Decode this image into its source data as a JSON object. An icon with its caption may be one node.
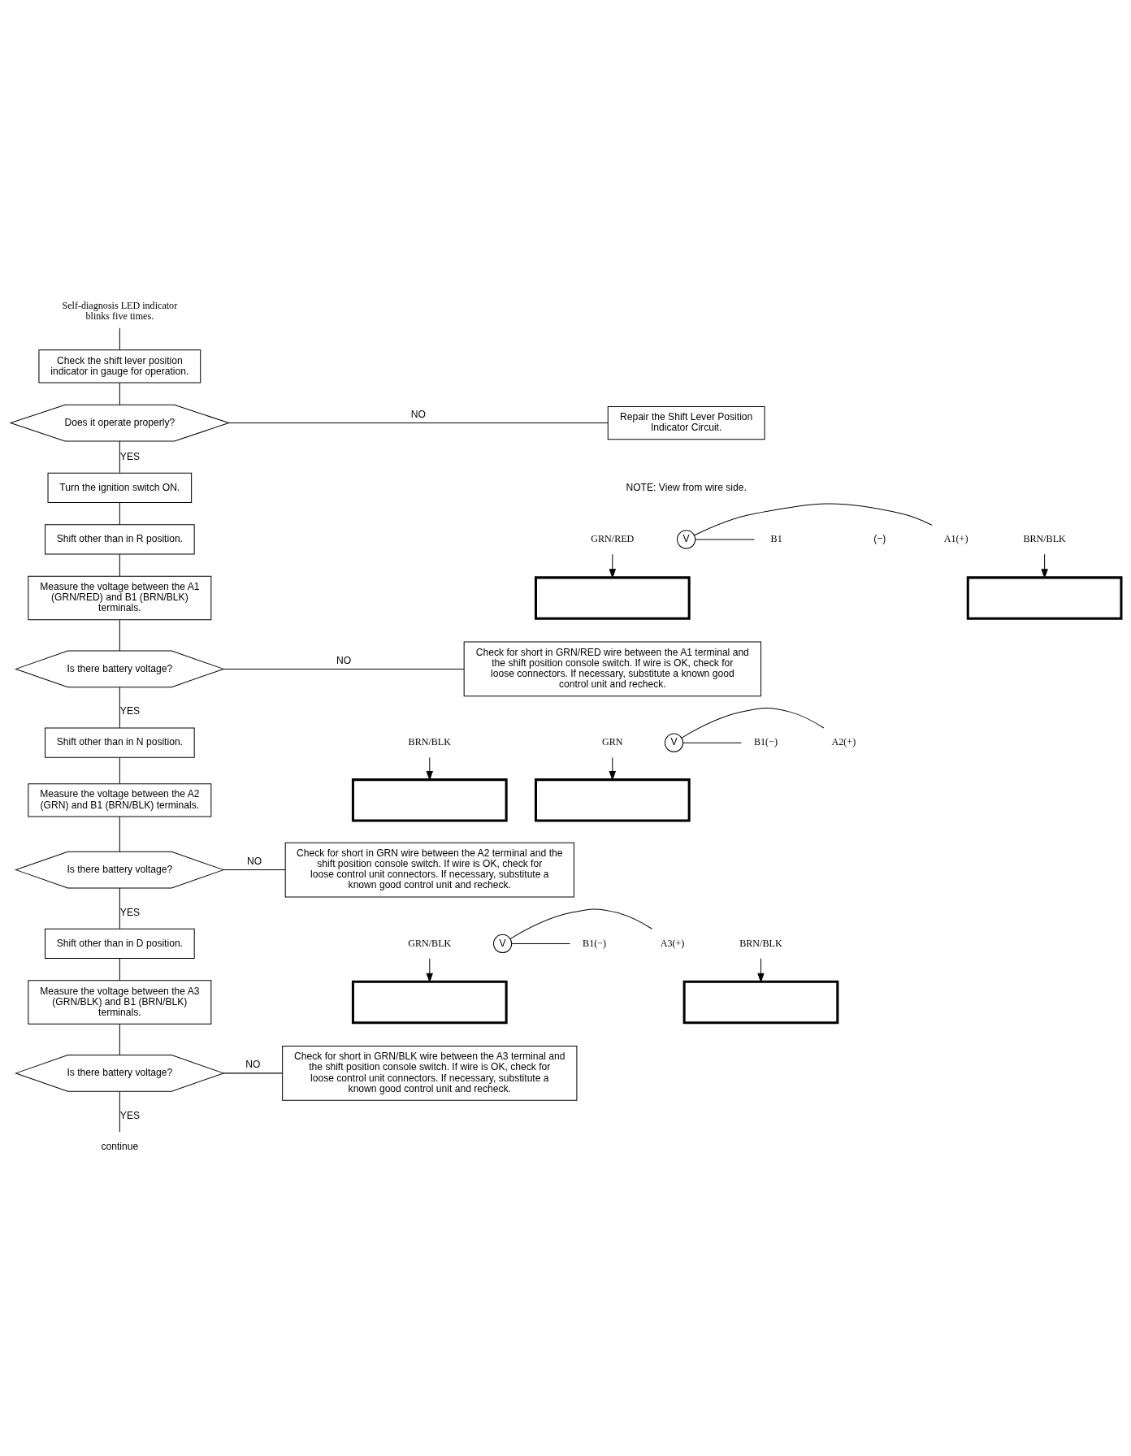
{
  "diagram": {
    "nodes": [
      {
        "text": [
          "Self-diagnosis LED indicator blinks five times."
        ]
      },
      {
        "text": [
          "Check the shift lever position indicator in gauge for operation."
        ]
      },
      {
        "text": [
          "Does it operate properly?"
        ]
      },
      {
        "text": [
          "Repair the Shift Lever Position Indicator Circuit."
        ]
      },
      {
        "text": [
          "Turn the ignition switch ON."
        ]
      },
      {
        "text": [
          "Shift other than in R position."
        ]
      },
      {
        "text": [
          "Measure the voltage between the A1 (GRN/RED) and B1 (BRN/BLK) terminals."
        ]
      },
      {
        "text": [
          "Is there battery voltage?"
        ]
      },
      {
        "text": [
          "Check for short in GRN/RED wire between the A1 terminal and the shift position console switch. If wire is OK, check for loose connectors. If necessary, substitute a known good control unit and recheck."
        ]
      },
      {
        "text": [
          "Shift other than in N position."
        ]
      },
      {
        "text": [
          "Measure the voltage between the A2 (GRN) and B1 (BRN/BLK) terminals."
        ]
      },
      {
        "text": [
          "Is there battery voltage?"
        ]
      },
      {
        "text": [
          "Check for short in GRN wire between the A2 terminal and the shift position console switch. If wire is OK, check for loose control unit connectors. If necessary, substitute a known good control unit and recheck."
        ]
      },
      {
        "text": [
          "Shift other than in D position."
        ]
      },
      {
        "text": [
          "Measure the voltage between the A3 (GRN/BLK) and B1 (BRN/BLK) terminals."
        ]
      },
      {
        "text": [
          "Is there battery voltage?"
        ]
      },
      {
        "text": [
          "Check for short in GRN/BLK wire between the A3 terminal and the shift position console switch. If wire is OK, check for loose control unit connectors. If necessary, substitute a known good control unit and recheck."
        ]
      },
      {
        "text": [
          "continue"
        ]
      },
      {
        "text": [
          "GRN/RED"
        ]
      },
      {
        "text": [
          "A1(+)"
        ]
      },
      {
        "text": [
          "V"
        ]
      },
      {
        "text": [
          "B1"
        ]
      },
      {
        "text": [
          "BRN/BLK"
        ]
      },
      {
        "text": [],
        "shape": "box"
      },
      {
        "text": [],
        "shape": "box"
      },
      {
        "text": [
          "GRN"
        ]
      },
      {
        "text": [
          "A2(+)"
        ]
      },
      {
        "text": [
          "V"
        ]
      },
      {
        "text": [
          "B1(−)"
        ]
      },
      {
        "text": [
          "BRN/BLK"
        ]
      },
      {
        "text": [],
        "shape": "box"
      },
      {
        "text": [],
        "shape": "box"
      },
      {
        "text": [
          "GRN/BLK"
        ]
      },
      {
        "text": [
          "A3(+)"
        ]
      },
      {
        "text": [
          "V"
        ]
      },
      {
        "text": [
          "B1(−)"
        ]
      },
      {
        "text": [
          "BRN/BLK"
        ]
      },
      {
        "text": [],
        "shape": "box"
      },
      {
        "text": [],
        "shape": "box"
      }
    ],
    "edges": [
      {
        "from": 0,
        "to": 1,
        "arrow": "none"
      },
      {
        "from": 1,
        "to": 2,
        "arrow": "none"
      },
      {
        "from": 2,
        "to": 3,
        "label": "NO",
        "arrow": "none"
      },
      {
        "from": 2,
        "to": 4,
        "label": "YES",
        "arrow": "none"
      },
      {
        "from": 4,
        "to": 5,
        "arrow": "none"
      },
      {
        "from": 5,
        "to": 6,
        "arrow": "none"
      },
      {
        "from": 6,
        "to": 7,
        "arrow": "none"
      },
      {
        "from": 7,
        "to": 8,
        "label": "NO",
        "arrow": "none"
      },
      {
        "from": 7,
        "to": 9,
        "label": "YES",
        "arrow": "none"
      },
      {
        "from": 9,
        "to": 10,
        "arrow": "none"
      },
      {
        "from": 10,
        "to": 11,
        "arrow": "none"
      },
      {
        "from": 11,
        "to": 12,
        "label": "NO",
        "arrow": "none"
      },
      {
        "from": 11,
        "to": 13,
        "label": "YES",
        "arrow": "none"
      },
      {
        "from": 13,
        "to": 14,
        "arrow": "none"
      },
      {
        "from": 14,
        "to": 15,
        "arrow": "none"
      },
      {
        "from": 15,
        "to": 16,
        "label": "NO",
        "arrow": "none"
      },
      {
        "from": 15,
        "to": 17,
        "label": "YES",
        "arrow": "none"
      },
      {
        "from": 18,
        "to": 23,
        "arrow": "to"
      },
      {
        "from": 20,
        "to": 19,
        "arrow": "none"
      },
      {
        "from": 20,
        "to": 21,
        "arrow": "none"
      },
      {
        "from": 22,
        "to": 24,
        "arrow": "to"
      },
      {
        "from": 25,
        "to": 30,
        "arrow": "to"
      },
      {
        "from": 27,
        "to": 26,
        "arrow": "none"
      },
      {
        "from": 27,
        "to": 28,
        "arrow": "none"
      },
      {
        "from": 29,
        "to": 31,
        "arrow": "to"
      },
      {
        "from": 32,
        "to": 37,
        "arrow": "to"
      },
      {
        "from": 34,
        "to": 33,
        "arrow": "none"
      },
      {
        "from": 34,
        "to": 35,
        "arrow": "none"
      },
      {
        "from": 36,
        "to": 38,
        "arrow": "to"
      }
    ],
    "labels": [
      "NOTE: View from wire side.",
      "(−)"
    ]
  }
}
